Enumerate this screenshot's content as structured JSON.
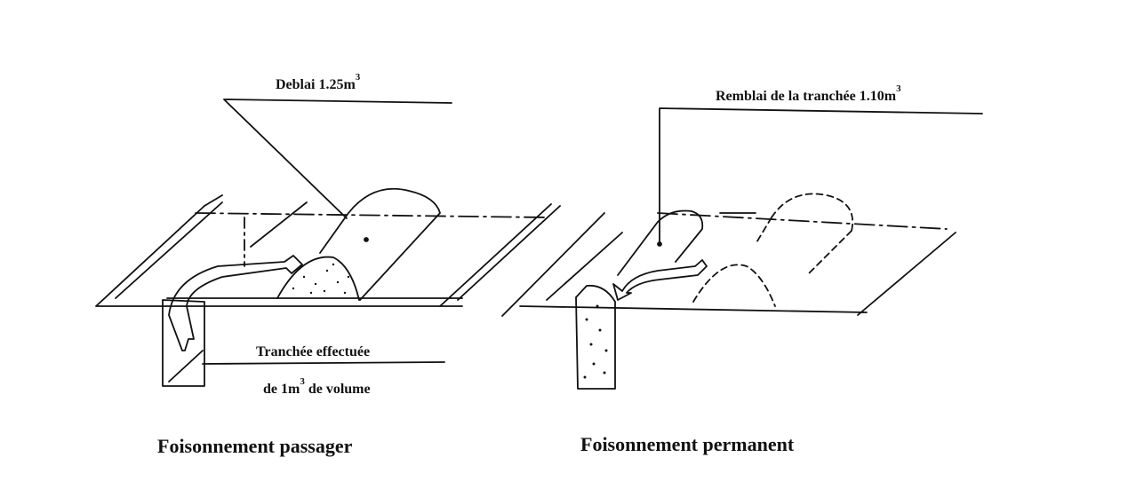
{
  "left": {
    "deblai_label": "Deblai 1.25m",
    "deblai_exp": "3",
    "tranchee_line1": "Tranchée effectuée",
    "tranchee_line2a": "de 1m",
    "tranchee_exp": "3",
    "tranchee_line2b": " de volume",
    "caption": "Foisonnement passager"
  },
  "right": {
    "remblai_label": "Remblai de la tranchée 1.10m",
    "remblai_exp": "3",
    "caption": "Foisonnement permanent"
  },
  "colors": {
    "ink": "#111111",
    "background": "#ffffff"
  }
}
